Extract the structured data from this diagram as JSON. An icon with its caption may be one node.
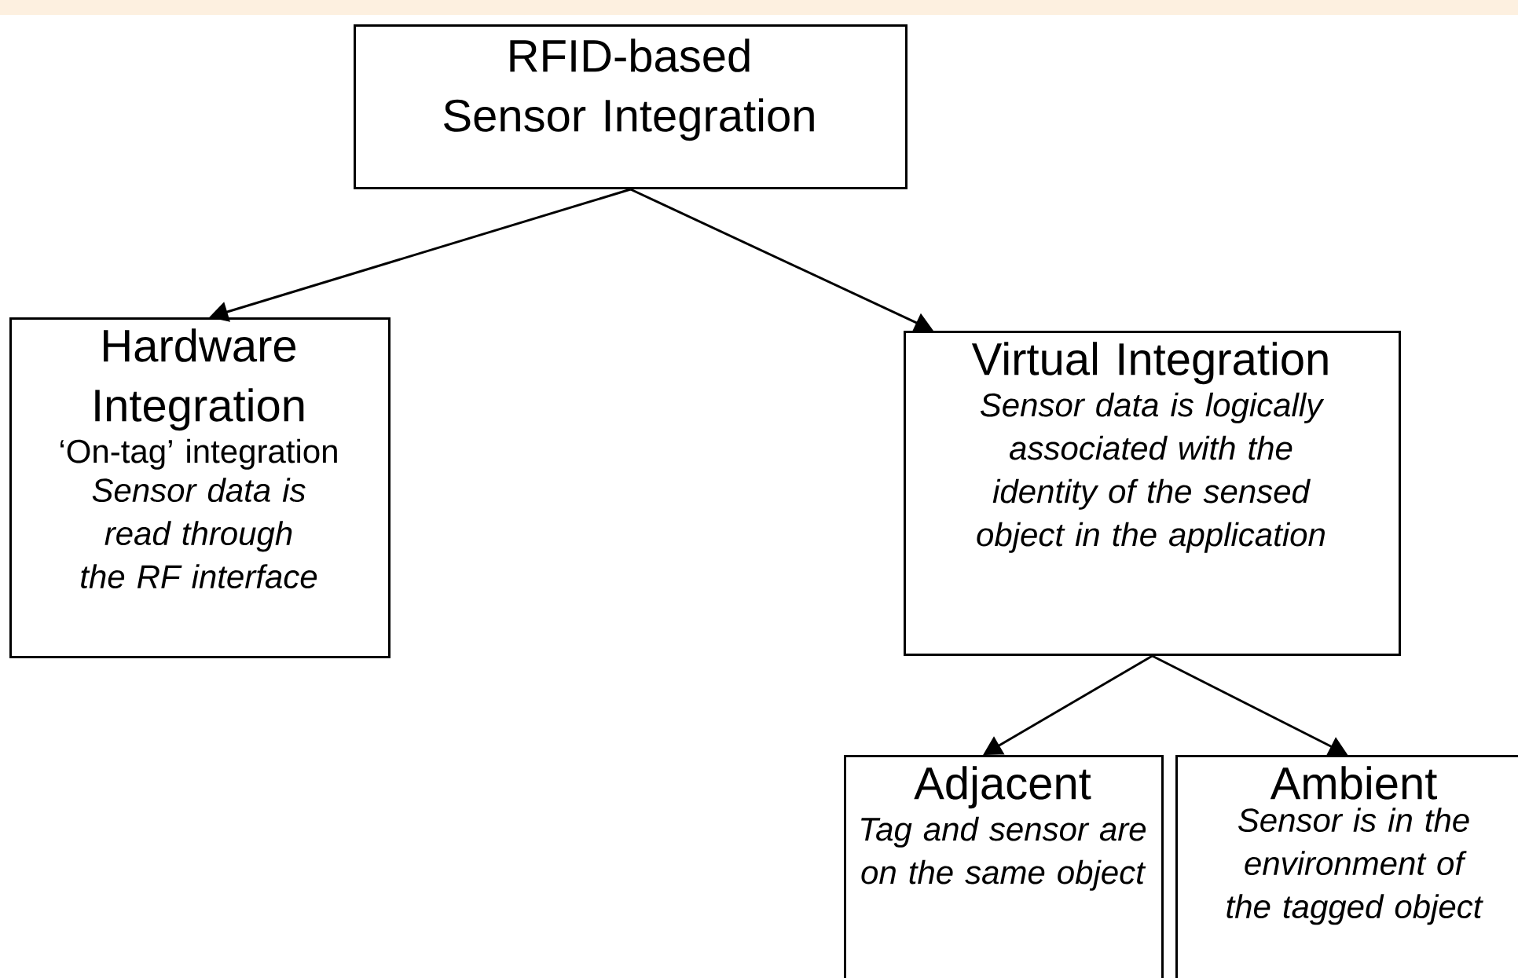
{
  "diagram": {
    "nodes": [
      {
        "text": [
          "RFID-based Sensor Integration"
        ]
      },
      {
        "text": [
          "Hardware Integration",
          "‘On-tag’ integration",
          "Sensor data is read through the RF interface"
        ]
      },
      {
        "text": [
          "Virtual Integration",
          "Sensor data is logically associated with the identity of the sensed object in the application"
        ]
      },
      {
        "text": [
          "Adjacent",
          "Tag and sensor are on the same object"
        ]
      },
      {
        "text": [
          "Ambient",
          "Sensor is in the environment of the tagged object"
        ]
      }
    ],
    "edges": [
      {
        "from": 0,
        "to": 1,
        "arrow": "to"
      },
      {
        "from": 0,
        "to": 2,
        "arrow": "to"
      },
      {
        "from": 2,
        "to": 3,
        "arrow": "to"
      },
      {
        "from": 2,
        "to": 4,
        "arrow": "to"
      }
    ]
  }
}
